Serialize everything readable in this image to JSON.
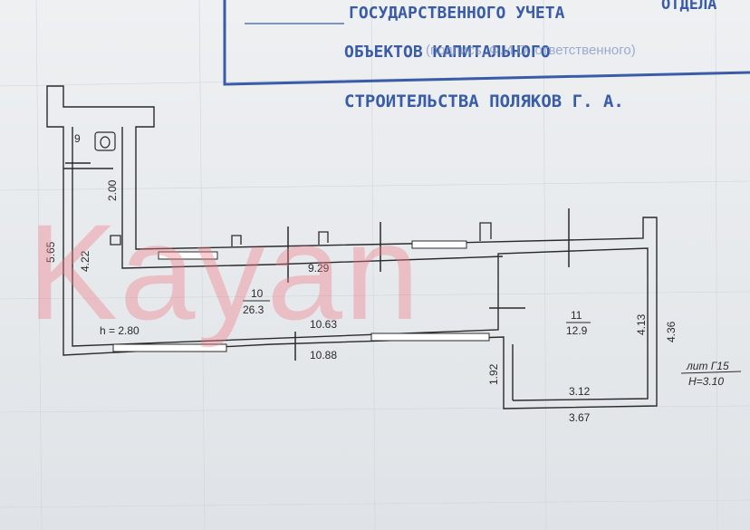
{
  "stamp": {
    "line_top": "ОТДЕЛА",
    "line1": "ГОСУДАРСТВЕННОГО  УЧЕТА",
    "line2": "ОБЪЕКТОВ  КАПИТАЛЬНОГО",
    "line2_overlay": "(подпись, Ф.И.О. ответственного)",
    "line3": "СТРОИТЕЛЬСТВА  ПОЛЯКОВ  Г. А."
  },
  "watermark": "Kayan",
  "plan": {
    "height_note": "h = 2.80",
    "rooms": [
      {
        "number": "9",
        "area": ""
      },
      {
        "number": "10",
        "area": "26.3"
      },
      {
        "number": "11",
        "area": "12.9"
      }
    ],
    "dimensions": {
      "total_height": "5.65",
      "left_inner": "4.22",
      "room9_height": "2.00",
      "top_wall": "9.29",
      "inner_bottom": "10.63",
      "outer_bottom": "10.88",
      "room11_height_inner": "4.13",
      "room11_height_outer": "4.36",
      "room11_step": "1.92",
      "room11_width_inner": "3.12",
      "room11_width_outer": "3.67"
    },
    "legend": {
      "lit": "лит Г15",
      "h": "Н=3.10"
    }
  },
  "colors": {
    "stamp": "#3a5ca8",
    "ink": "#2a2a2a",
    "watermark": "#f07a85"
  }
}
